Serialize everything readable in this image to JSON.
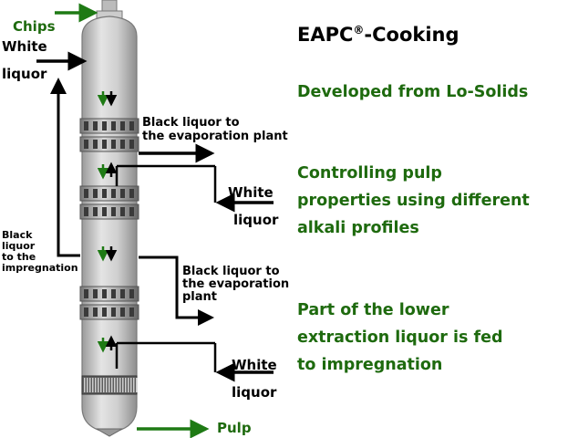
{
  "diagram": {
    "labels": {
      "chips": "Chips",
      "white_liquor_top_1": "White",
      "white_liquor_top_2": "liquor",
      "black_liquor_left": [
        "Black",
        "liquor",
        "to the",
        "impregnation"
      ],
      "black_liquor_evap_1": [
        "Black liquor to",
        "the evaporation plant"
      ],
      "white_liquor_mid": [
        "White",
        "liquor"
      ],
      "black_liquor_evap_2": [
        "Black liquor to",
        "the evaporation",
        "plant"
      ],
      "white_liquor_low": [
        "White",
        "liquor"
      ],
      "pulp": "Pulp"
    },
    "colors": {
      "green_arrow": "#1e7a14",
      "black_arrow": "#000000",
      "vessel": "#b8b8b8"
    }
  },
  "panel": {
    "title": "EAPC",
    "title_sup": "®",
    "title_suffix": "-Cooking",
    "points": [
      [
        "Developed from Lo-Solids"
      ],
      [
        "Controlling pulp",
        "properties using different",
        "alkali profiles"
      ],
      [
        "Part of the lower",
        "extraction liquor is fed",
        "to impregnation"
      ]
    ]
  }
}
